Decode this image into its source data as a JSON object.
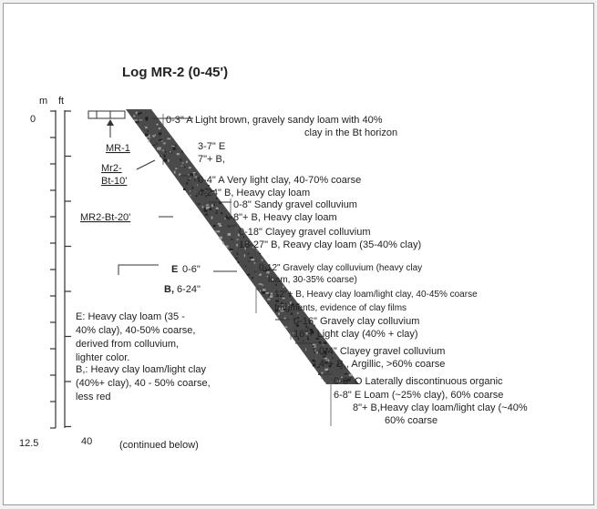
{
  "title": "Log MR-2 (0-45')",
  "scale": {
    "unit_m": "m",
    "unit_ft": "ft",
    "m_top": "0",
    "m_bottom": "12.5",
    "ft_bottom": "40"
  },
  "sample_labels": [
    "MR-1",
    "Mr2-",
    "Bt-10'",
    "MR2-Bt-20'"
  ],
  "left_notes": {
    "e_label": "E",
    "e_range": "0-6\"",
    "b_label": "B,",
    "b_range": "6-24\"",
    "e_desc": [
      "E: Heavy clay loam (35 -",
      "40% clay), 40-50% coarse,",
      "derived from colluvium,",
      "lighter color."
    ],
    "b_desc": [
      "B,: Heavy clay loam/light clay",
      "(40%+ clay), 40 - 50% coarse,",
      "less red"
    ]
  },
  "horizon_notes": [
    {
      "lines": [
        "0-3\" A Light brown, gravely sandy loam with 40%",
        "clay in the Bt horizon",
        "3-7\" E",
        "7\"+ B,"
      ]
    },
    {
      "lines": [
        "0-4\" A Very light clay, 40-70% coarse",
        "4-24\" B, Heavy clay loam"
      ]
    },
    {
      "lines": [
        "0-8\" Sandy gravel colluvium",
        "8\"+ B, Heavy clay loam"
      ]
    },
    {
      "lines": [
        "0-18\" Clayey gravel colluvium",
        "18-27\" B, Reavy clay loam (35-40% clay)"
      ]
    },
    {
      "lines": [
        "0-12\" Gravely clay colluvium (heavy clay",
        "loam, 30-35% coarse)",
        "12\"+ B, Heavy clay loam/light clay, 40-45% coarse",
        "fragments, evidence of clay films"
      ]
    },
    {
      "lines": [
        "0-16\" Gravely clay colluvium",
        "16\"+ Light clay (40% + clay)"
      ]
    },
    {
      "lines": [
        "0-4\" Clayey gravel colluvium",
        "4\"+ B,, Argillic, >60% coarse"
      ]
    },
    {
      "lines": [
        "0-6\" O Laterally discontinuous organic",
        "6-8\" E Loam (~25% clay), 60% coarse",
        "8\"+ B,Heavy clay loam/light clay (~40%",
        "60% coarse"
      ]
    }
  ],
  "footer": "(continued below)",
  "colors": {
    "outcrop": "#4a4a4a",
    "outcrop_light": "#8a8a8a",
    "line": "#333333"
  }
}
